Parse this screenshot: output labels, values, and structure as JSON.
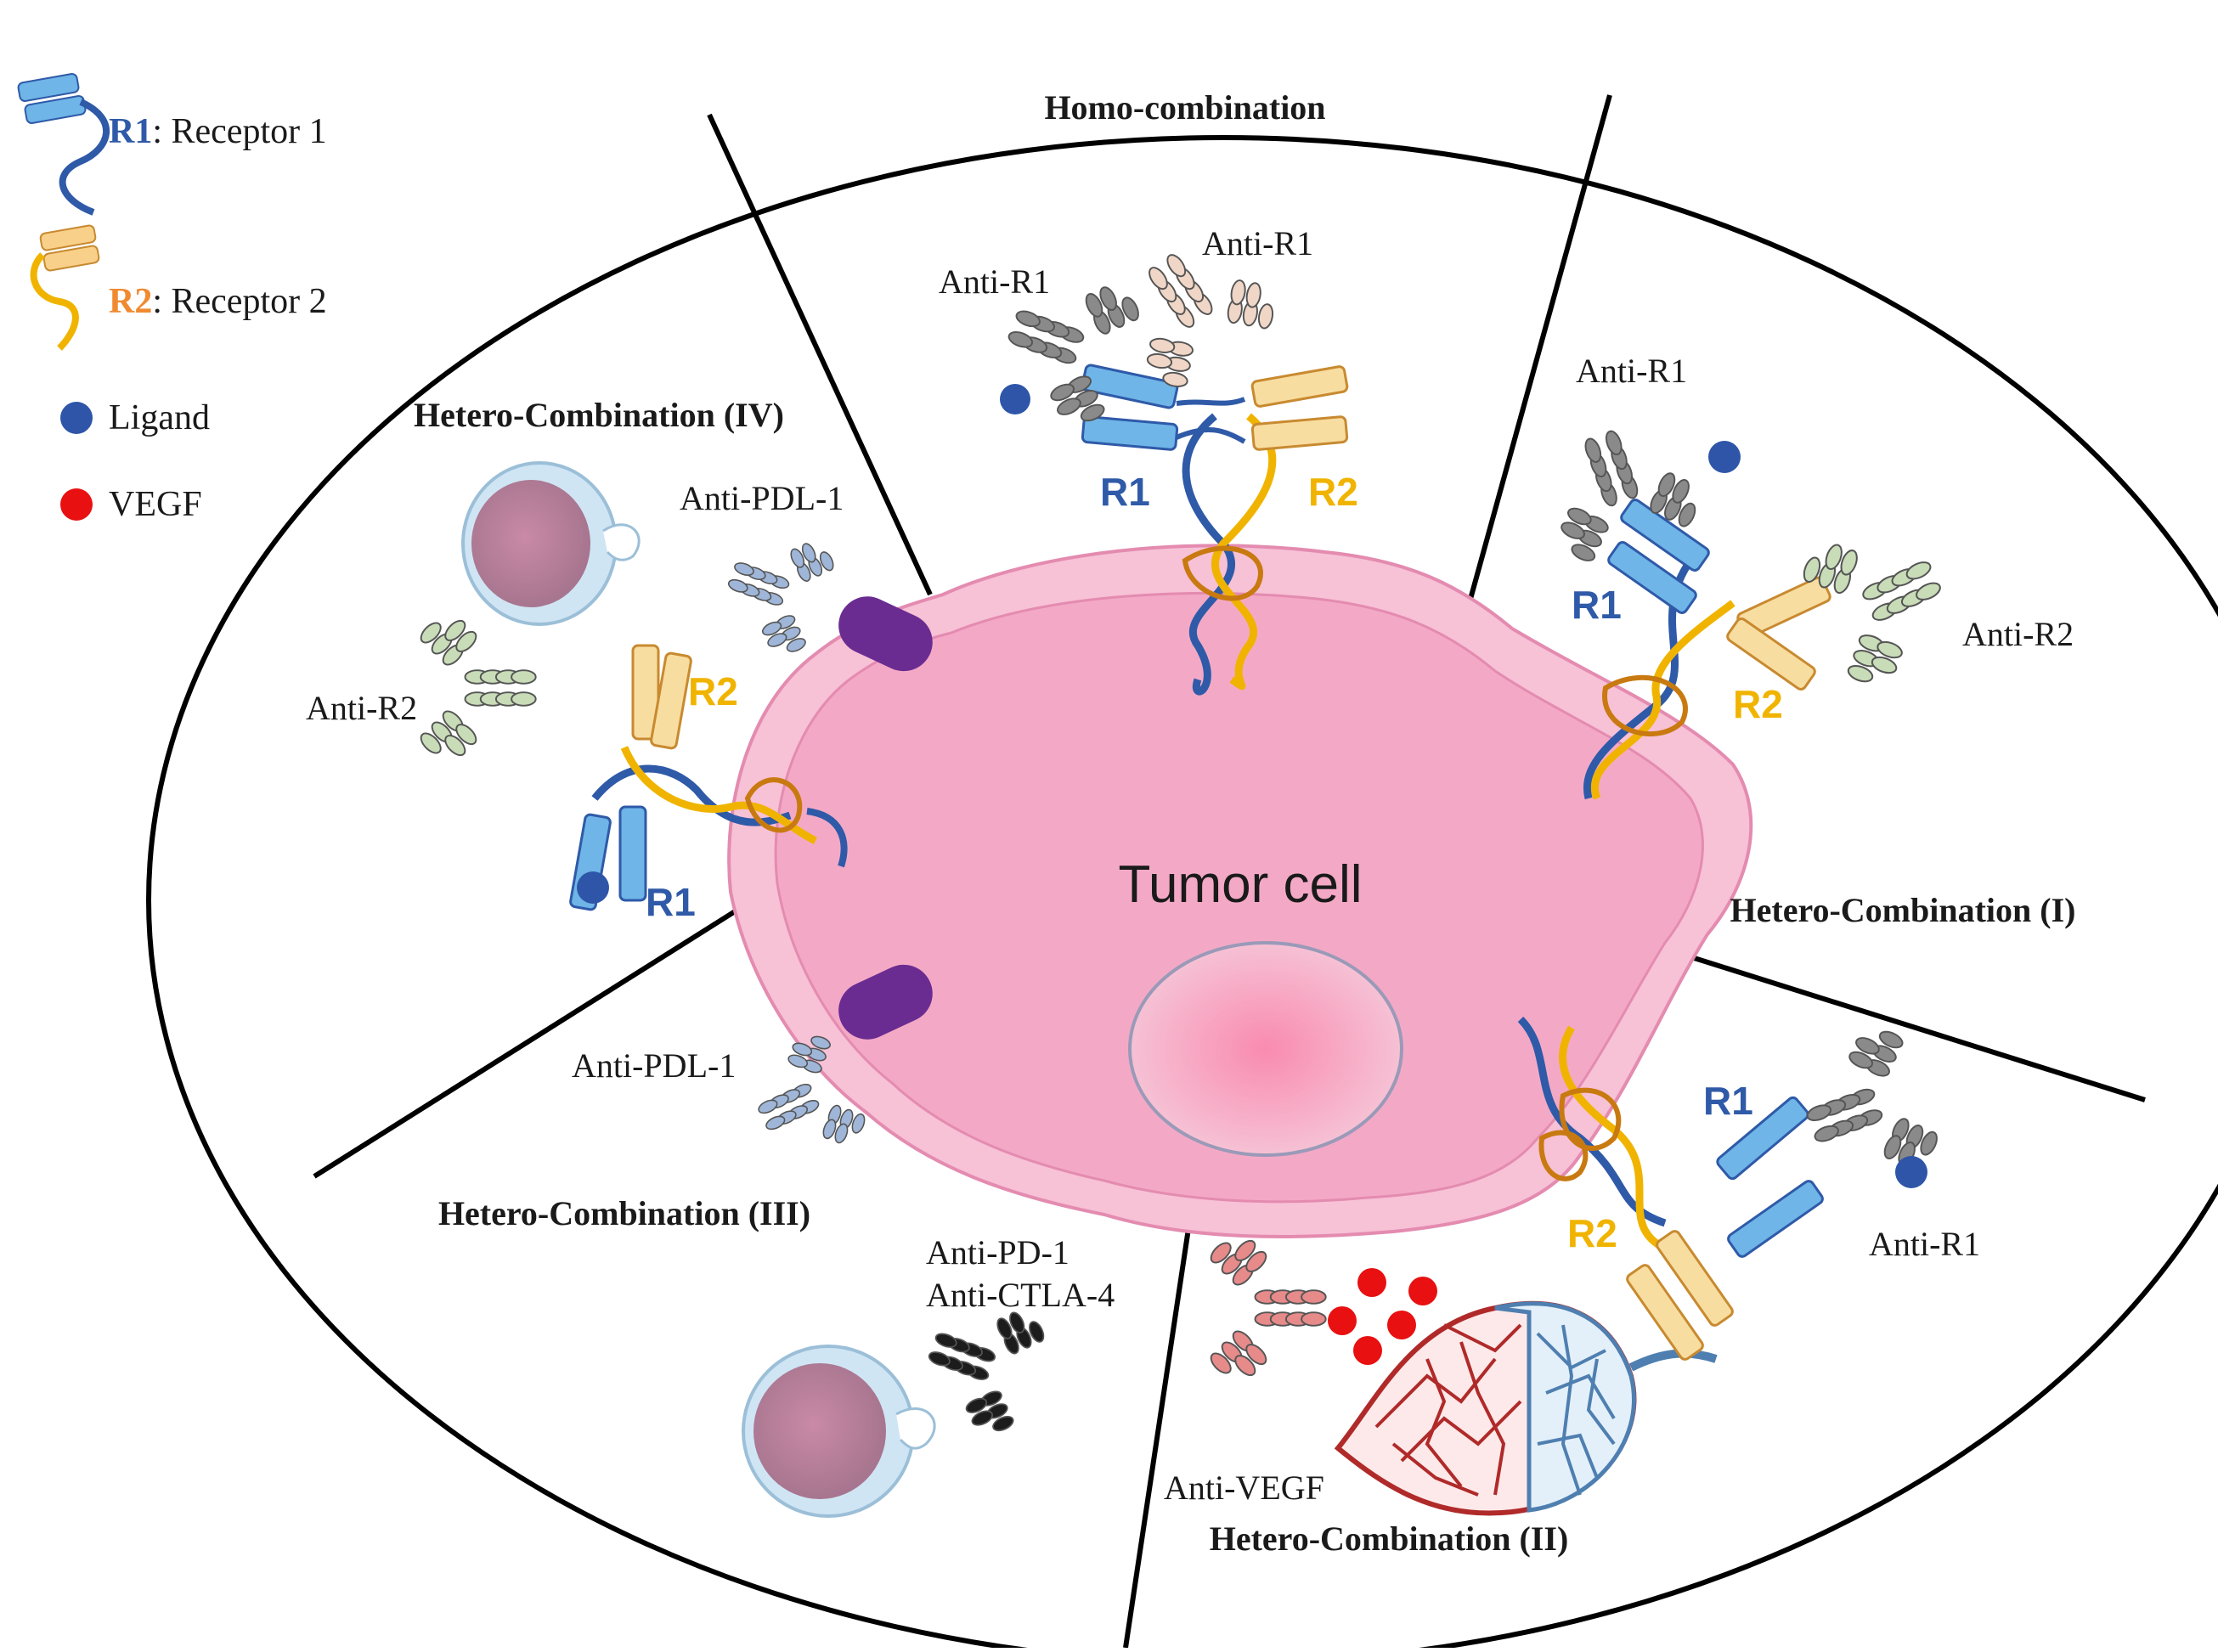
{
  "legend": {
    "r1_code": "R1",
    "r1_text": ": Receptor 1",
    "r2_code": "R2",
    "r2_text": ": Receptor 2",
    "ligand": "Ligand",
    "vegf": "VEGF"
  },
  "sections": {
    "homo": "Homo-combination",
    "hetero_iv": "Hetero-Combination (IV)",
    "hetero_i": "Hetero-Combination (I)",
    "hetero_iii": "Hetero-Combination (III)",
    "hetero_ii": "Hetero-Combination (II)"
  },
  "labels": {
    "homo_anti_r1_left": "Anti-R1",
    "homo_anti_r1_right": "Anti-R1",
    "homo_r1": "R1",
    "homo_r2": "R2",
    "h1_anti_r1": "Anti-R1",
    "h1_anti_r2": "Anti-R2",
    "h1_r1": "R1",
    "h1_r2": "R2",
    "h4_anti_pdl1": "Anti-PDL-1",
    "h4_anti_r2": "Anti-R2",
    "h4_r1": "R1",
    "h4_r2": "R2",
    "h3_anti_pdl1": "Anti-PDL-1",
    "h3_anti_pd1": "Anti-PD-1",
    "h3_anti_ctla4": "Anti-CTLA-4",
    "h2_anti_vegf": "Anti-VEGF",
    "low_r1": "R1",
    "low_r2": "R2",
    "low_anti_r1": "Anti-R1",
    "tumor": "Tumor cell"
  },
  "colors": {
    "receptor1": "#2f5aa8",
    "receptor2": "#f0b400",
    "ligand": "#2e55a8",
    "vegf": "#e81010",
    "cell_outer": "#f7c1d6",
    "cell_inner": "#f3a9c6",
    "anti_r1": "#8a8a8a",
    "anti_r2": "#c8dcb8",
    "anti_pdl1": "#9fb6d8",
    "anti_pd1_ctla4": "#1c1c1c",
    "anti_vegf": "#e78a8a",
    "pdl1": "#6a2c91"
  }
}
